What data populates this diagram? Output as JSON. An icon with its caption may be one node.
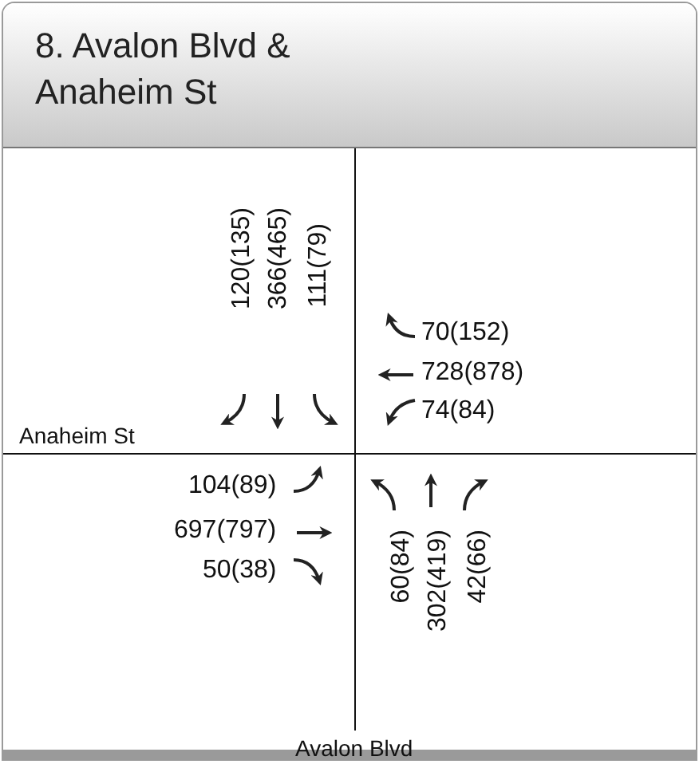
{
  "diagram": {
    "title": "8. Avalon Blvd & Anaheim St",
    "labels": [
      "120(135)",
      "366(465)",
      "111(79)",
      "70(152)",
      "728(878)",
      "Anaheim St",
      "74(84)",
      "104(89)",
      "697(797)",
      "50(38)",
      "60(84)",
      "302(419)",
      "42(66)",
      "Avalon Blvd"
    ]
  }
}
